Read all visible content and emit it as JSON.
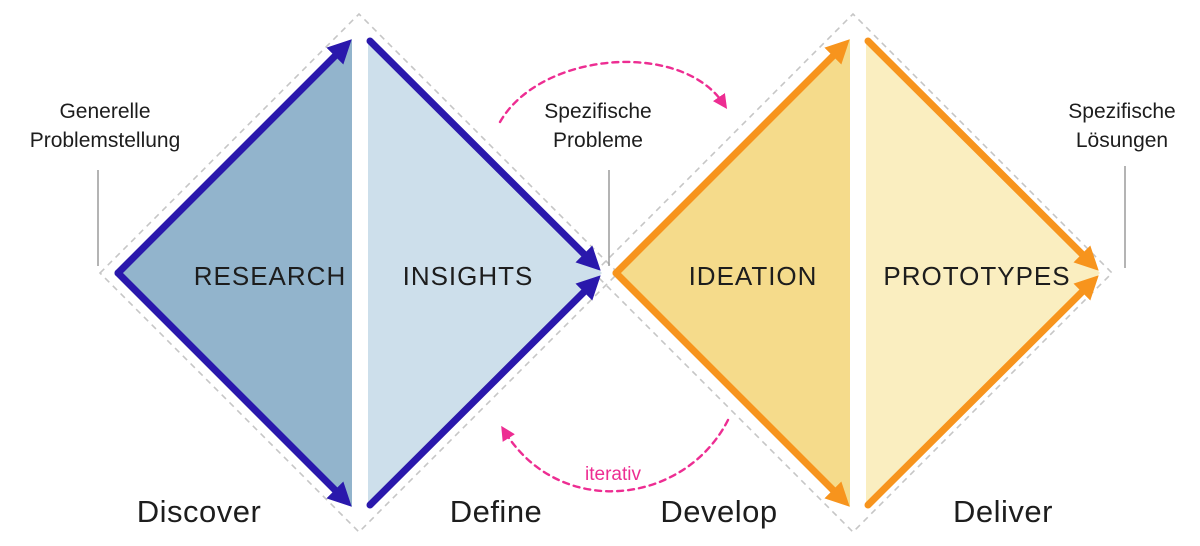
{
  "diagram": {
    "annotations": {
      "start": {
        "line1": "Generelle",
        "line2": "Problemstellung"
      },
      "middle": {
        "line1": "Spezifische",
        "line2": "Probleme"
      },
      "end": {
        "line1": "Spezifische",
        "line2": "Lösungen"
      }
    },
    "stages": [
      "RESEARCH",
      "INSIGHTS",
      "IDEATION",
      "PROTOTYPES"
    ],
    "phases": [
      "Discover",
      "Define",
      "Develop",
      "Deliver"
    ],
    "iteration_label": "iterativ",
    "colors": {
      "research_fill": "#92b4cc",
      "insights_fill": "#cddfeb",
      "ideation_fill": "#f5db8b",
      "prototypes_fill": "#faeec0",
      "blue_arrow": "#2a18ac",
      "orange_arrow": "#f7941d",
      "pink_accent": "#ed2d92",
      "outline_gray": "#c6c6c6",
      "connector_gray": "#9b9b9b",
      "text": "#1d1d1d"
    }
  }
}
